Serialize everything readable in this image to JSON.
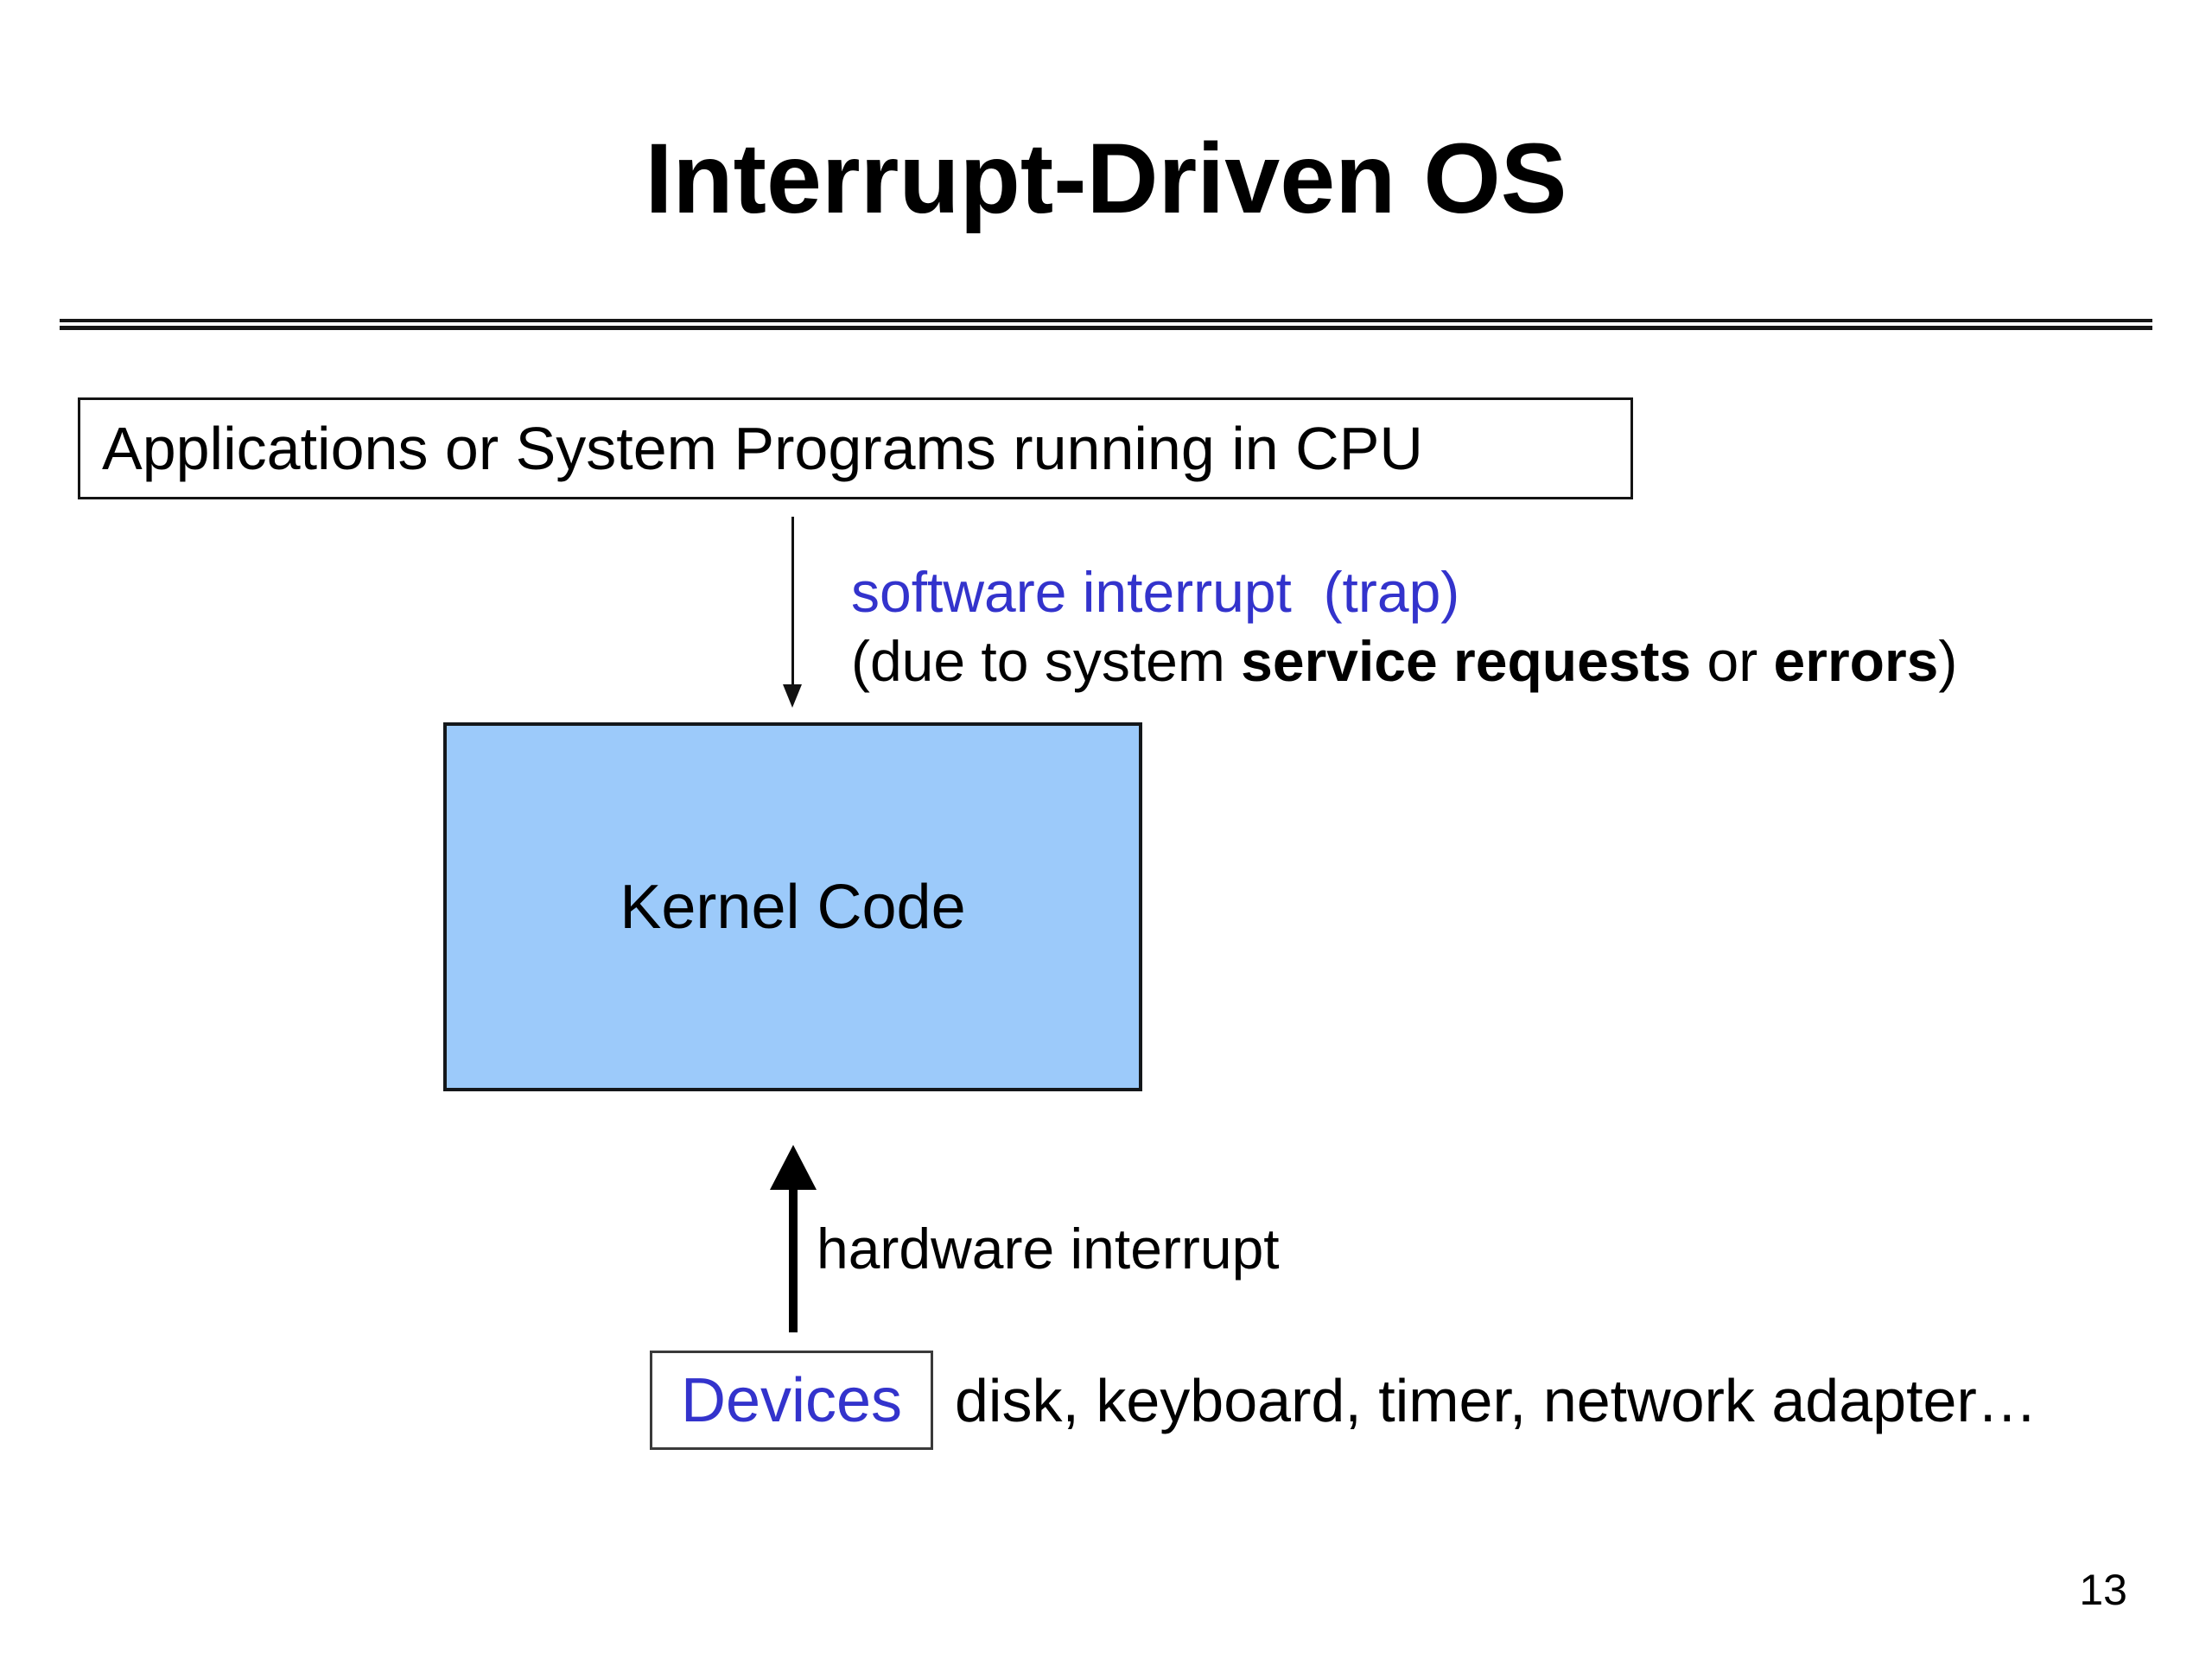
{
  "slide": {
    "title": "Interrupt-Driven OS",
    "page_number": "13",
    "colors": {
      "accent_blue": "#3333CC",
      "kernel_box_fill": "#9CCAFA",
      "text": "#000000",
      "background": "#FFFFFF"
    }
  },
  "diagram": {
    "cpu_box": {
      "label": "Applications or System Programs running in CPU"
    },
    "software_interrupt": {
      "arrow_icon": "down-arrow",
      "line1": "software interrupt  (trap)",
      "line2_segments": [
        {
          "text": "(due to system ",
          "bold": false
        },
        {
          "text": "service requests",
          "bold": true
        },
        {
          "text": " or ",
          "bold": false
        },
        {
          "text": "errors",
          "bold": true
        },
        {
          "text": ")",
          "bold": false
        }
      ]
    },
    "kernel_box": {
      "label": "Kernel Code"
    },
    "hardware_interrupt": {
      "arrow_icon": "up-arrow",
      "label": "hardware interrupt"
    },
    "devices": {
      "box_label": "Devices",
      "examples": "disk, keyboard, timer, network adapter…"
    }
  }
}
